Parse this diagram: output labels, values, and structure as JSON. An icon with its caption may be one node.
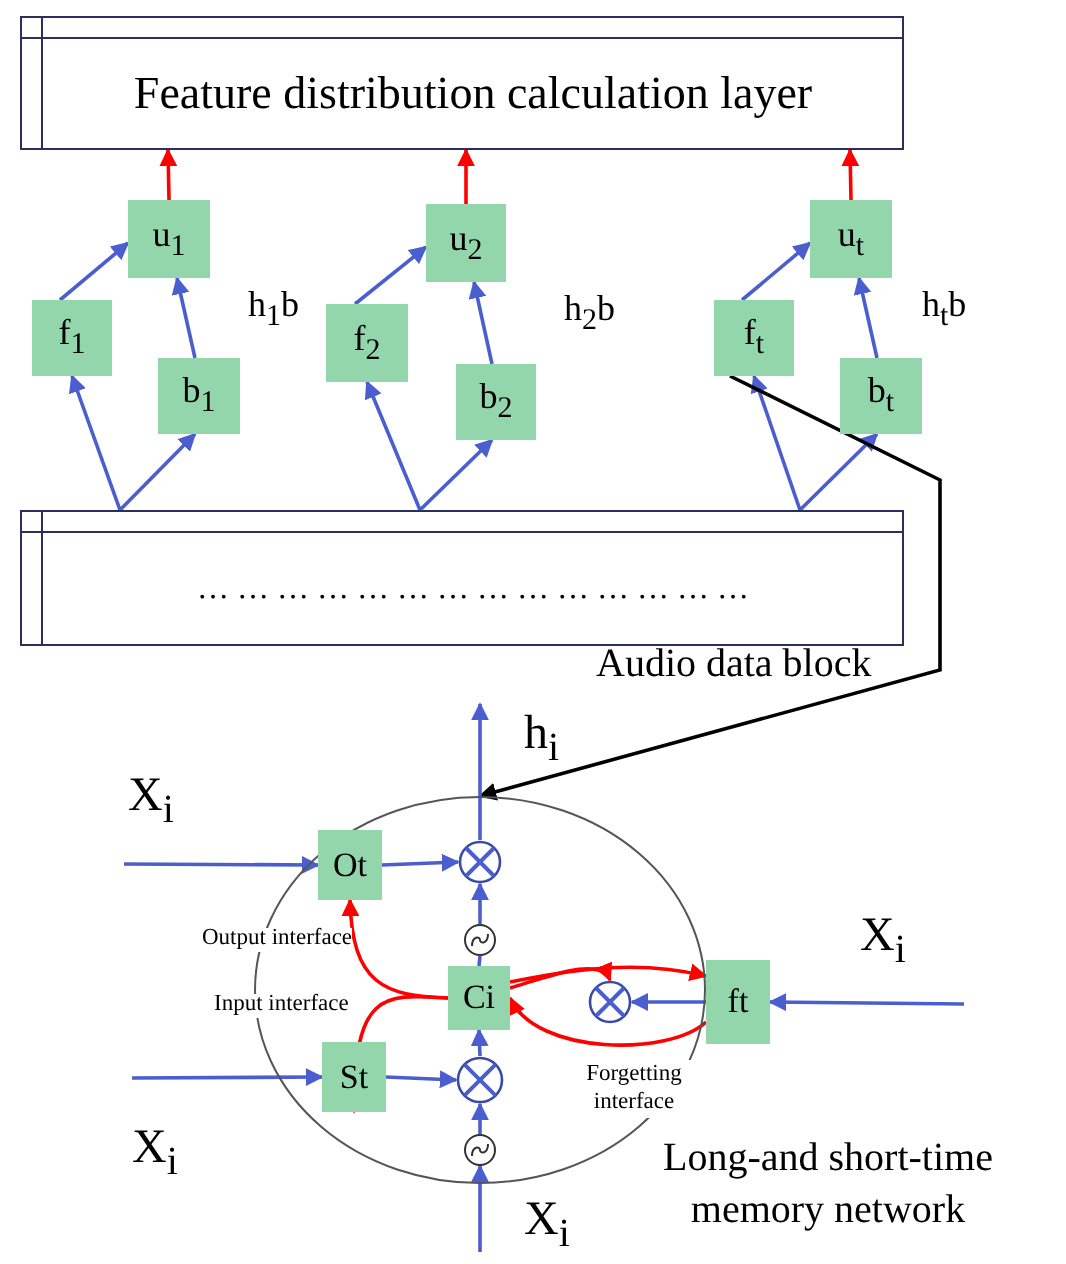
{
  "diagram": {
    "nodes": [
      {
        "text": [
          "Feature distribution calculation layer"
        ]
      },
      {
        "text": [
          "u$_{1}$"
        ]
      },
      {
        "text": [
          "f$_{1}$"
        ]
      },
      {
        "text": [
          "b$_{1}$"
        ]
      },
      {
        "text": [
          "u$_{2}$"
        ]
      },
      {
        "text": [
          "f$_{2}$"
        ]
      },
      {
        "text": [
          "b$_{2}$"
        ]
      },
      {
        "text": [
          "u$_{t}$"
        ]
      },
      {
        "text": [
          "f$_{t}$"
        ]
      },
      {
        "text": [
          "b$_{t}$"
        ]
      },
      {
        "text": [
          "… … … … … … … … … … … … … …"
        ],
        "beside": [
          "Audio data block"
        ]
      },
      {
        "text": [],
        "shape": "circle",
        "beside": [
          "Long-and short-time memory network"
        ]
      },
      {
        "text": [],
        "shape": "circle",
        "in": 11
      },
      {
        "text": [
          "Ot"
        ],
        "in": 11
      },
      {
        "text": [],
        "shape": "circle",
        "in": 11
      },
      {
        "text": [
          "Ci"
        ],
        "in": 11
      },
      {
        "text": [],
        "shape": "circle",
        "in": 11
      },
      {
        "text": [
          "ft"
        ]
      },
      {
        "text": [
          "St"
        ],
        "in": 11
      },
      {
        "text": [],
        "shape": "circle",
        "in": 11
      },
      {
        "text": [],
        "shape": "circle",
        "in": 11
      }
    ],
    "edges": [
      {
        "from": 2,
        "to": 1,
        "arrow": "to"
      },
      {
        "from": 3,
        "to": 1,
        "arrow": "to"
      },
      {
        "from": 10,
        "to": 2,
        "arrow": "to"
      },
      {
        "from": 10,
        "to": 3,
        "arrow": "to"
      },
      {
        "from": 1,
        "to": 0,
        "arrow": "to",
        "color": "#ff0000"
      },
      {
        "from": 5,
        "to": 4,
        "arrow": "to"
      },
      {
        "from": 6,
        "to": 4,
        "arrow": "to"
      },
      {
        "from": 10,
        "to": 5,
        "arrow": "to"
      },
      {
        "from": 10,
        "to": 6,
        "arrow": "to"
      },
      {
        "from": 4,
        "to": 0,
        "arrow": "to",
        "color": "#ff0000"
      },
      {
        "from": 8,
        "to": 7,
        "arrow": "to"
      },
      {
        "from": 9,
        "to": 7,
        "arrow": "to"
      },
      {
        "from": 10,
        "to": 8,
        "arrow": "to"
      },
      {
        "from": 10,
        "to": 9,
        "arrow": "to"
      },
      {
        "from": 7,
        "to": 0,
        "arrow": "to",
        "color": "#ff0000"
      },
      {
        "from": 8,
        "to": 11,
        "arrow": "to",
        "color": "#000000"
      },
      {
        "from": 12,
        "to": null,
        "arrow": "to"
      },
      {
        "from": 13,
        "to": 12,
        "arrow": "to"
      },
      {
        "from": 14,
        "to": 12,
        "arrow": "to"
      },
      {
        "from": 15,
        "to": 14,
        "arrow": "none"
      },
      {
        "from": 19,
        "to": 15,
        "arrow": "to"
      },
      {
        "from": 20,
        "to": 19,
        "arrow": "to"
      },
      {
        "from": null,
        "to": 20,
        "arrow": "to"
      },
      {
        "from": null,
        "to": 13,
        "arrow": "to"
      },
      {
        "from": null,
        "to": 18,
        "arrow": "to"
      },
      {
        "from": null,
        "to": 17,
        "arrow": "to"
      },
      {
        "from": 18,
        "to": 19,
        "arrow": "to"
      },
      {
        "from": 17,
        "to": 16,
        "arrow": "to"
      },
      {
        "from": 15,
        "to": 13,
        "arrow": "to",
        "color": "#ff0000"
      },
      {
        "from": 15,
        "to": 18,
        "arrow": "to",
        "color": "#ff0000"
      },
      {
        "from": 15,
        "to": 17,
        "arrow": "to",
        "color": "#ff0000"
      },
      {
        "from": 15,
        "to": 16,
        "arrow": "to",
        "color": "#ff0000"
      },
      {
        "from": 17,
        "to": 15,
        "arrow": "to",
        "color": "#ff0000"
      }
    ],
    "labels": [
      "h$_{1}$b",
      "h$_{2}$b",
      "h$_{t}$b",
      "h$_{i}$",
      "X$_{i}$",
      "X$_{i}$",
      "Output interface",
      "Input interface",
      "Forgetting interface",
      "X$_{i}$",
      "X$_{i}$"
    ]
  }
}
